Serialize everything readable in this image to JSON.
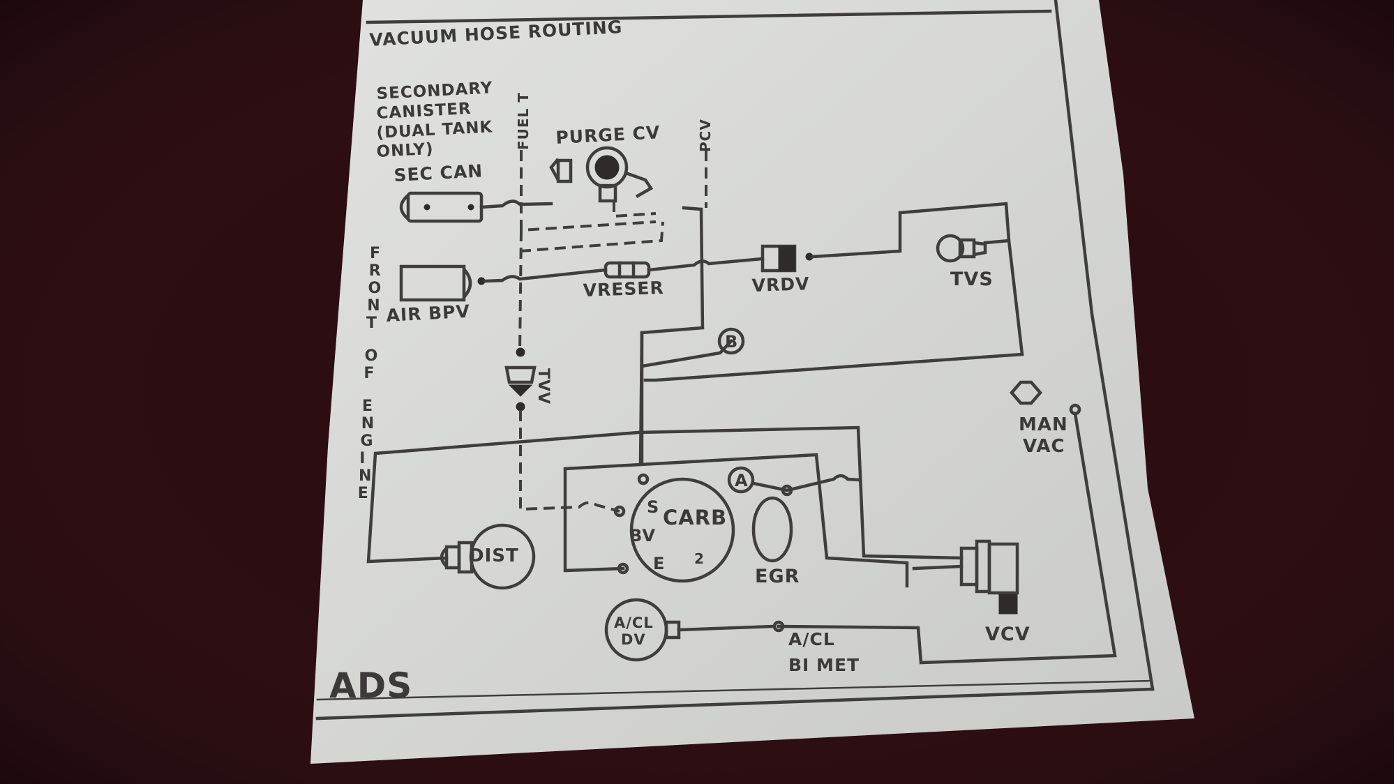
{
  "title": "VACUUM HOSE ROUTING",
  "corner_label": "ADS",
  "side_label": "FRONT OF ENGINE",
  "labels": {
    "secondary_canister": [
      "SECONDARY",
      "CANISTER",
      "(DUAL TANK",
      "ONLY)"
    ],
    "fuel_t": "FUEL T",
    "purge_cv": "PURGE CV",
    "pcv": "PCV",
    "sec_can": "SEC CAN",
    "air_bpv": "AIR BPV",
    "vreser": "VRESER",
    "vrdv": "VRDV",
    "tvs": "TVS",
    "tvv": "TVV",
    "man_vac": [
      "MAN",
      "VAC"
    ],
    "carb": "CARB",
    "carb_s": "S",
    "carb_bv": "BV",
    "carb_e": "E",
    "carb_num": "2",
    "egr": "EGR",
    "dist": "DIST",
    "vcv": "VCV",
    "acl_dv": [
      "A/CL",
      "DV"
    ],
    "acl_bimet": [
      "A/CL",
      "BI MET"
    ],
    "point_a": "A",
    "point_b": "B"
  },
  "colors": {
    "background": "#2a0d10",
    "paper": "#d7d8d4",
    "ink": "#3f3e3b"
  }
}
